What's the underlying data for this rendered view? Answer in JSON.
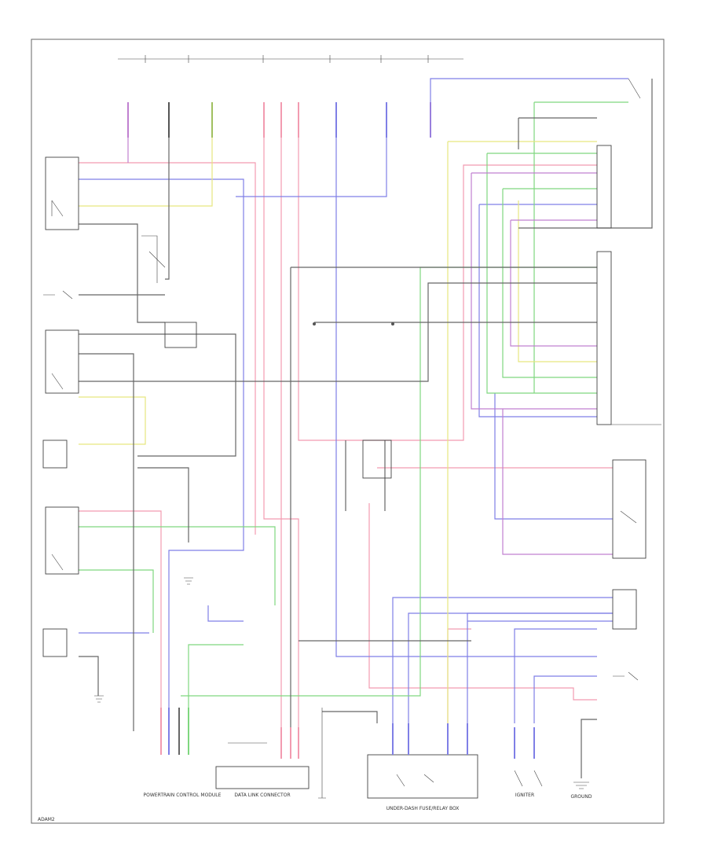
{
  "figure_code": "ADAM2",
  "colors": {
    "red": "#f29bb0",
    "blue": "#7f7fe6",
    "green": "#7fd77f",
    "yellow": "#e6e67f",
    "violet": "#c080d0",
    "black": "#555555",
    "pink": "#f0b0c8"
  },
  "components": {
    "pcm": "POWERTRAIN CONTROL MODULE",
    "dlc": "DATA LINK CONNECTOR",
    "fuse_box": "UNDER-DASH FUSE/RELAY BOX",
    "ground": "GROUND",
    "igniter": "IGNITER"
  }
}
